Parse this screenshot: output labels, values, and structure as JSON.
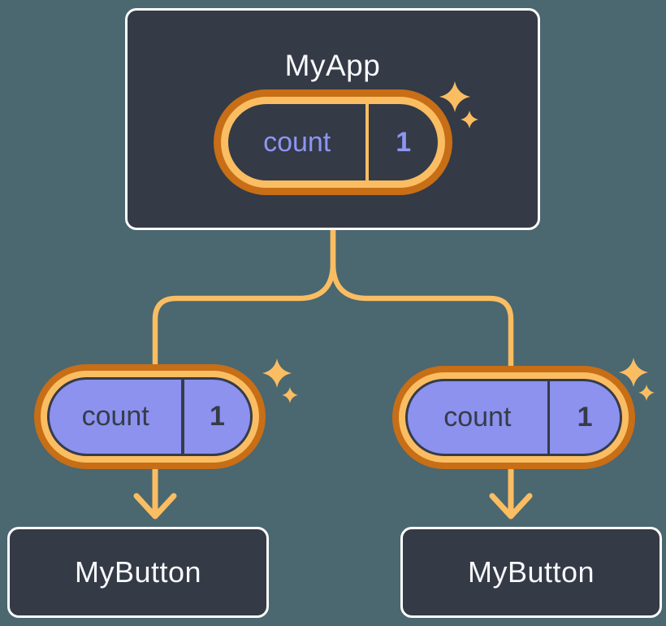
{
  "colors": {
    "page_bg": "#4B6770",
    "node_fill": "#343A46",
    "node_border": "#FDFDFD",
    "ring_outer": "#C76E16",
    "ring_inner": "#FABD62",
    "connector": "#FABD62",
    "sparkle": "#FABD62",
    "pill_fill": "#8C92EE",
    "pill_stroke": "#363B49",
    "state_text": "#8D95F2",
    "prop_text": "#363B49",
    "title_text": "#F8F9FB"
  },
  "tree": {
    "root": {
      "title": "MyApp",
      "state": {
        "name": "count",
        "value": "1"
      }
    },
    "children": [
      {
        "title": "MyButton",
        "prop": {
          "name": "count",
          "value": "1"
        }
      },
      {
        "title": "MyButton",
        "prop": {
          "name": "count",
          "value": "1"
        }
      }
    ]
  }
}
